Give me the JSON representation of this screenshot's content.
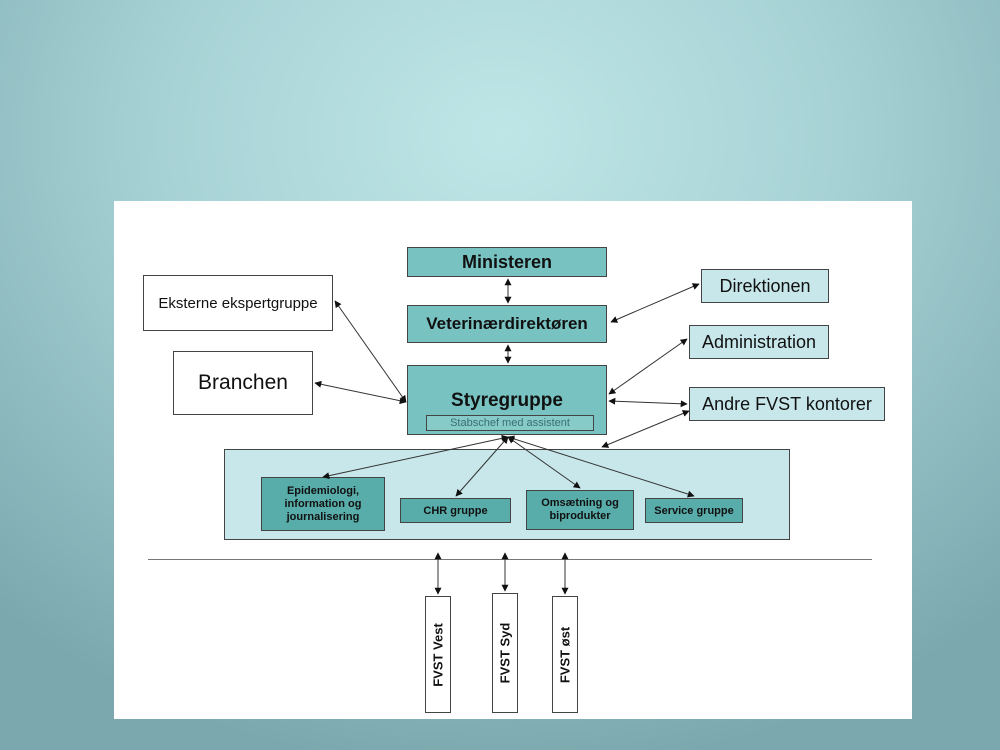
{
  "diagram": {
    "ministeren": "Ministeren",
    "veterinaerdirektoeren": "Veterinærdirektøren",
    "direktionen": "Direktionen",
    "administration": "Administration",
    "andre_fvst": "Andre FVST kontorer",
    "eksterne": "Eksterne ekspertgruppe",
    "branchen": "Branchen",
    "styregruppe": "Styregruppe",
    "stabschef": "Stabschef med assistent",
    "groups": {
      "epidemiologi": "Epidemiologi, information og journalisering",
      "chr": "CHR gruppe",
      "omsaetning": "Omsætning og biprodukter",
      "service": "Service gruppe"
    },
    "regions": {
      "vest": "FVST Vest",
      "syd": "FVST Syd",
      "oest": "FVST øst"
    }
  }
}
